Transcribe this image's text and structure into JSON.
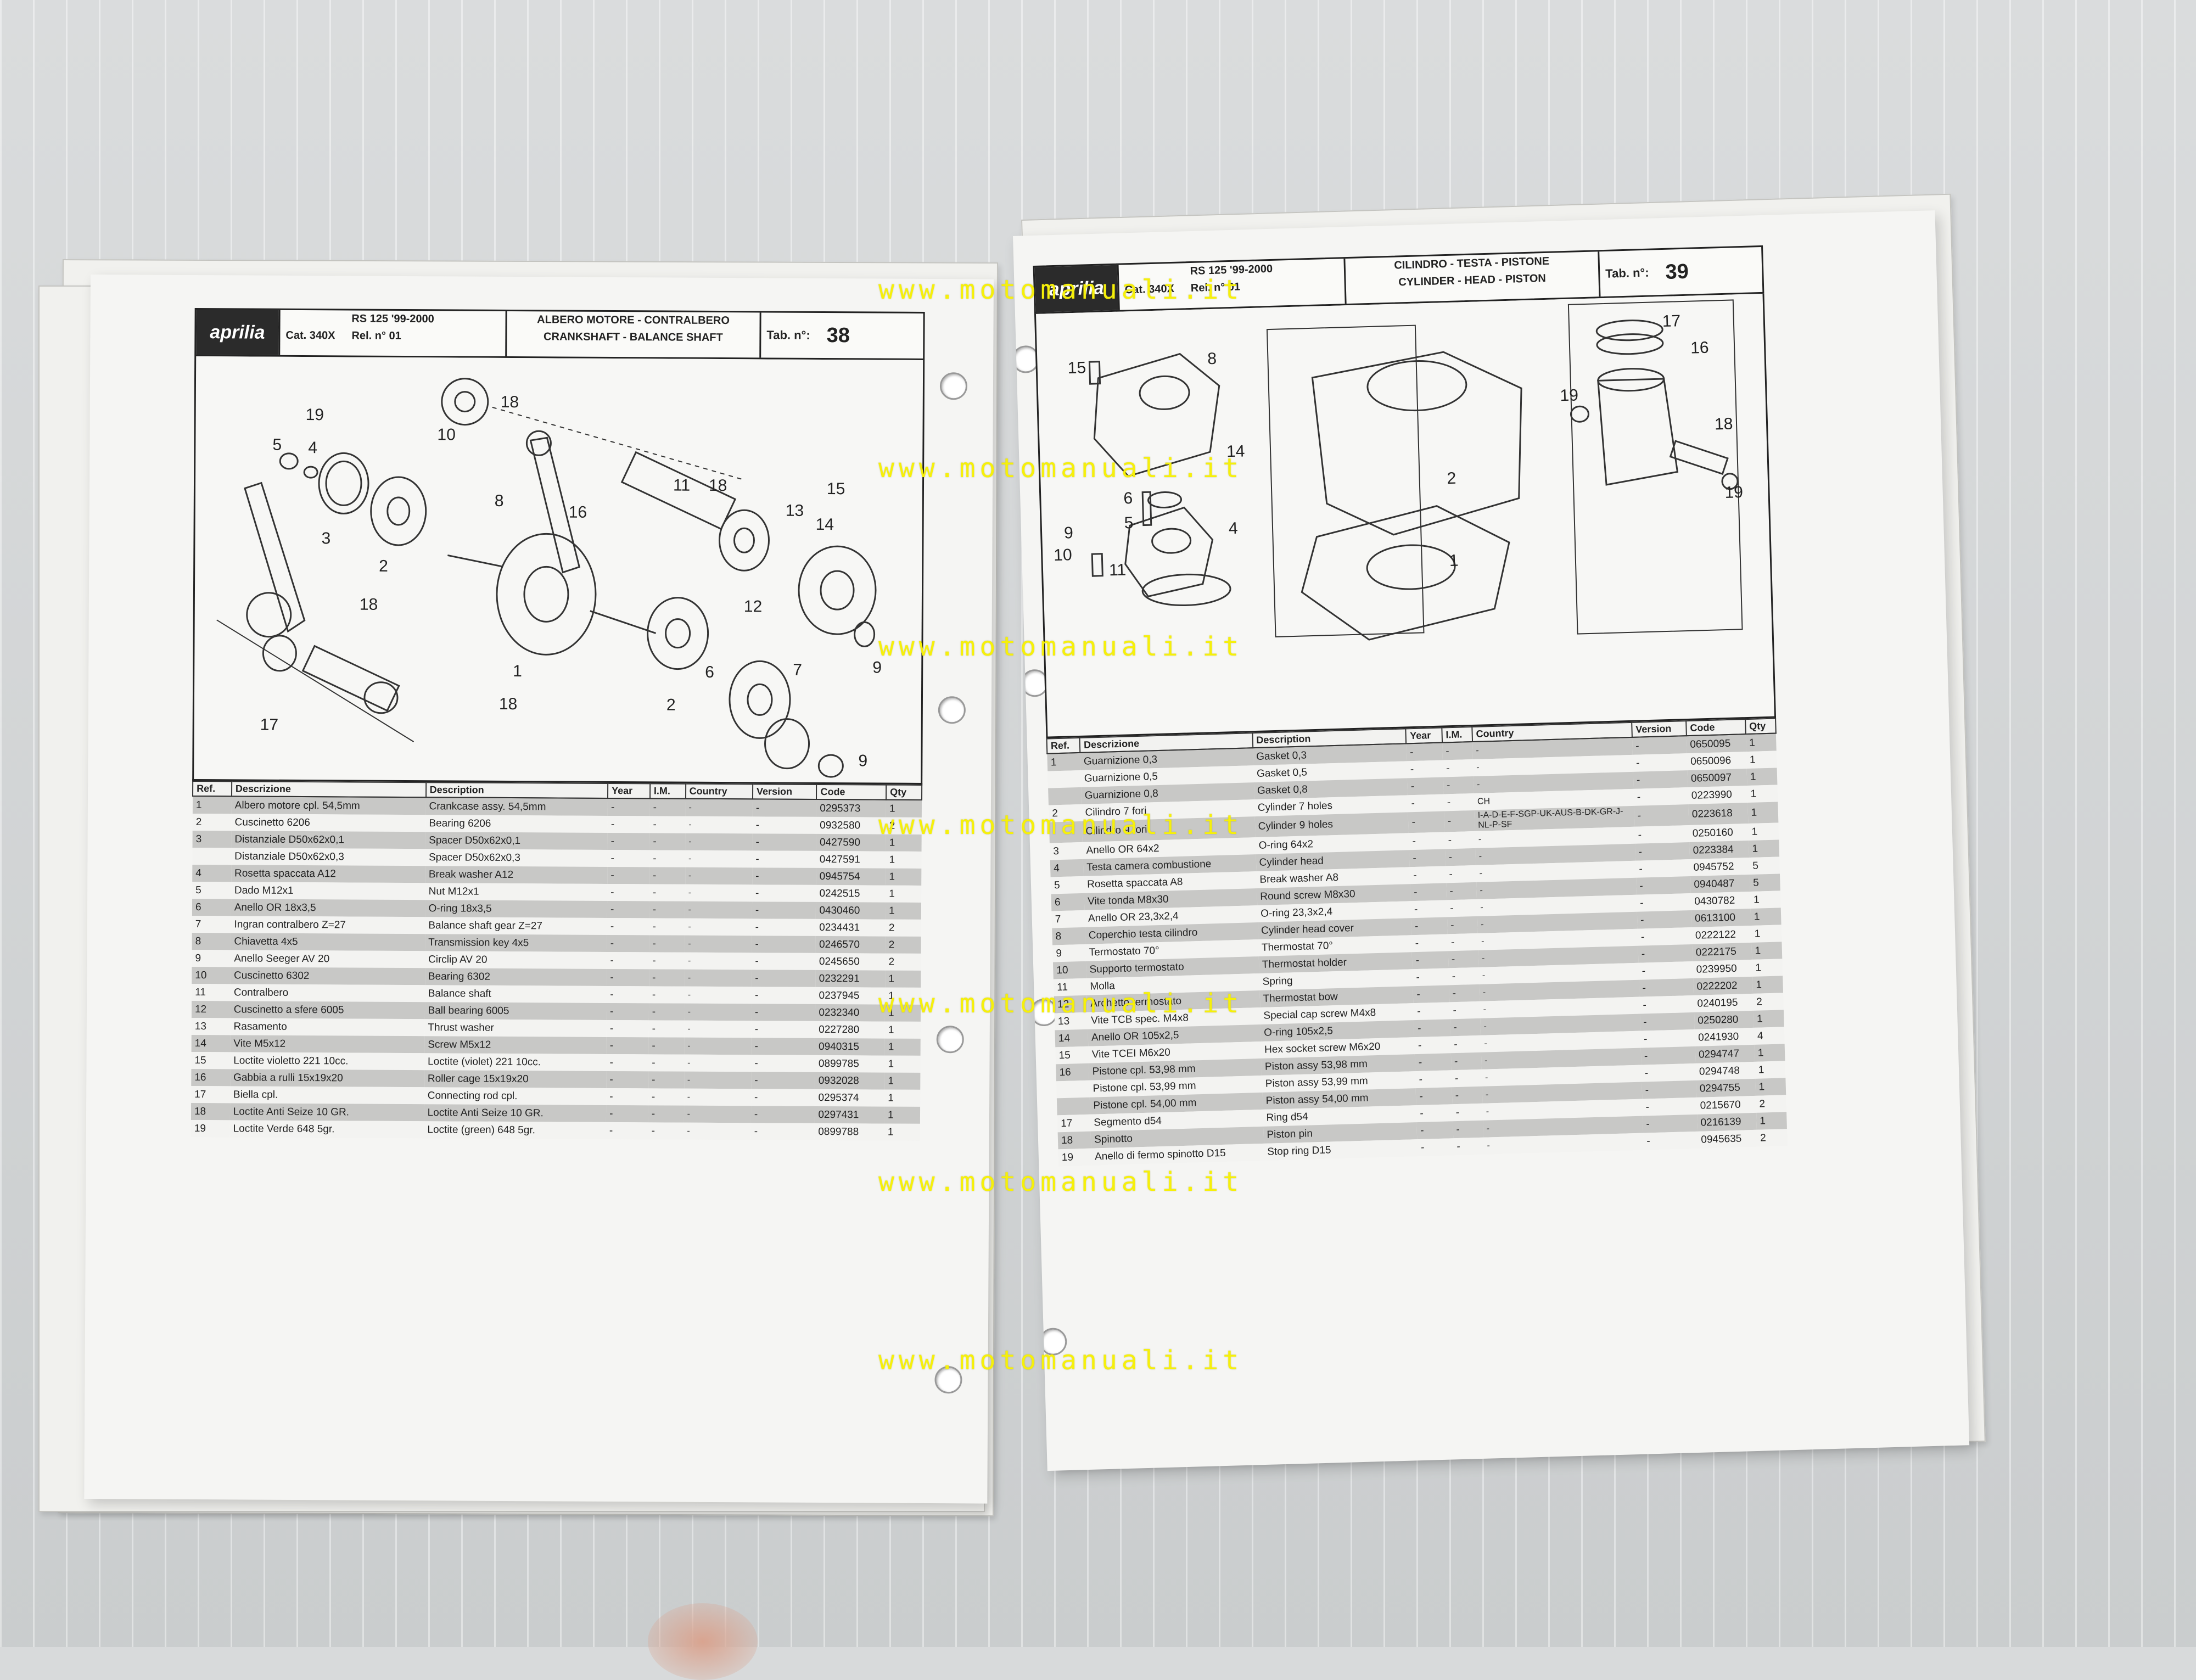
{
  "watermark": "www.motomanuali.it",
  "left_page": {
    "brand": "aprilia",
    "model": "RS 125 '99-2000",
    "cat_label": "Cat.",
    "cat_value": "340X",
    "rel_label": "Rel. n°",
    "rel_value": "01",
    "title_it": "ALBERO MOTORE - CONTRALBERO",
    "title_en": "CRANKSHAFT - BALANCE SHAFT",
    "tab_label": "Tab. n°:",
    "tab_number": "38",
    "columns": [
      "Ref.",
      "Descrizione",
      "Description",
      "Year",
      "I.M.",
      "Country",
      "Version",
      "Code",
      "Qty"
    ],
    "rows": [
      [
        "1",
        "Albero motore cpl. 54,5mm",
        "Crankcase assy. 54,5mm",
        "-",
        "-",
        "-",
        "-",
        "0295373",
        "1"
      ],
      [
        "2",
        "Cuscinetto 6206",
        "Bearing 6206",
        "-",
        "-",
        "-",
        "-",
        "0932580",
        "2"
      ],
      [
        "3",
        "Distanziale D50x62x0,1",
        "Spacer D50x62x0,1",
        "-",
        "-",
        "-",
        "-",
        "0427590",
        "1"
      ],
      [
        "",
        "Distanziale D50x62x0,3",
        "Spacer D50x62x0,3",
        "-",
        "-",
        "-",
        "-",
        "0427591",
        "1"
      ],
      [
        "4",
        "Rosetta spaccata A12",
        "Break washer A12",
        "-",
        "-",
        "-",
        "-",
        "0945754",
        "1"
      ],
      [
        "5",
        "Dado M12x1",
        "Nut M12x1",
        "-",
        "-",
        "-",
        "-",
        "0242515",
        "1"
      ],
      [
        "6",
        "Anello OR 18x3,5",
        "O-ring 18x3,5",
        "-",
        "-",
        "-",
        "-",
        "0430460",
        "1"
      ],
      [
        "7",
        "Ingran contralbero Z=27",
        "Balance shaft gear Z=27",
        "-",
        "-",
        "-",
        "-",
        "0234431",
        "2"
      ],
      [
        "8",
        "Chiavetta 4x5",
        "Transmission key 4x5",
        "-",
        "-",
        "-",
        "-",
        "0246570",
        "2"
      ],
      [
        "9",
        "Anello Seeger AV 20",
        "Circlip AV 20",
        "-",
        "-",
        "-",
        "-",
        "0245650",
        "2"
      ],
      [
        "10",
        "Cuscinetto 6302",
        "Bearing 6302",
        "-",
        "-",
        "-",
        "-",
        "0232291",
        "1"
      ],
      [
        "11",
        "Contralbero",
        "Balance shaft",
        "-",
        "-",
        "-",
        "-",
        "0237945",
        "1"
      ],
      [
        "12",
        "Cuscinetto a sfere 6005",
        "Ball bearing 6005",
        "-",
        "-",
        "-",
        "-",
        "0232340",
        "1"
      ],
      [
        "13",
        "Rasamento",
        "Thrust washer",
        "-",
        "-",
        "-",
        "-",
        "0227280",
        "1"
      ],
      [
        "14",
        "Vite M5x12",
        "Screw M5x12",
        "-",
        "-",
        "-",
        "-",
        "0940315",
        "1"
      ],
      [
        "15",
        "Loctite violetto 221 10cc.",
        "Loctite (violet) 221 10cc.",
        "-",
        "-",
        "-",
        "-",
        "0899785",
        "1"
      ],
      [
        "16",
        "Gabbia a rulli 15x19x20",
        "Roller cage 15x19x20",
        "-",
        "-",
        "-",
        "-",
        "0932028",
        "1"
      ],
      [
        "17",
        "Biella cpl.",
        "Connecting rod cpl.",
        "-",
        "-",
        "-",
        "-",
        "0295374",
        "1"
      ],
      [
        "18",
        "Loctite Anti Seize 10 GR.",
        "Loctite Anti Seize 10 GR.",
        "-",
        "-",
        "-",
        "-",
        "0297431",
        "1"
      ],
      [
        "19",
        "Loctite Verde 648 5gr.",
        "Loctite (green) 648 5gr.",
        "-",
        "-",
        "-",
        "-",
        "0899788",
        "1"
      ]
    ]
  },
  "right_page": {
    "brand": "aprilia",
    "model": "RS 125 '99-2000",
    "cat_label": "Cat.",
    "cat_value": "340X",
    "rel_label": "Rel. n°",
    "rel_value": "01",
    "title_it": "CILINDRO - TESTA - PISTONE",
    "title_en": "CYLINDER - HEAD - PISTON",
    "tab_label": "Tab. n°:",
    "tab_number": "39",
    "columns": [
      "Ref.",
      "Descrizione",
      "Description",
      "Year",
      "I.M.",
      "Country",
      "Version",
      "Code",
      "Qty"
    ],
    "rows": [
      [
        "1",
        "Guarnizione 0,3",
        "Gasket 0,3",
        "-",
        "-",
        "-",
        "-",
        "0650095",
        "1"
      ],
      [
        "",
        "Guarnizione 0,5",
        "Gasket 0,5",
        "-",
        "-",
        "-",
        "-",
        "0650096",
        "1"
      ],
      [
        "",
        "Guarnizione 0,8",
        "Gasket 0,8",
        "-",
        "-",
        "-",
        "-",
        "0650097",
        "1"
      ],
      [
        "2",
        "Cilindro 7 fori",
        "Cylinder 7 holes",
        "-",
        "-",
        "CH",
        "-",
        "0223990",
        "1"
      ],
      [
        "",
        "Cilindro 9 fori",
        "Cylinder 9 holes",
        "-",
        "-",
        "I-A-D-E-F-SGP-UK-AUS-B-DK-GR-J-NL-P-SF",
        "-",
        "0223618",
        "1"
      ],
      [
        "3",
        "Anello OR 64x2",
        "O-ring 64x2",
        "-",
        "-",
        "-",
        "-",
        "0250160",
        "1"
      ],
      [
        "4",
        "Testa camera combustione",
        "Cylinder head",
        "-",
        "-",
        "-",
        "-",
        "0223384",
        "1"
      ],
      [
        "5",
        "Rosetta spaccata A8",
        "Break washer A8",
        "-",
        "-",
        "-",
        "-",
        "0945752",
        "5"
      ],
      [
        "6",
        "Vite tonda M8x30",
        "Round screw M8x30",
        "-",
        "-",
        "-",
        "-",
        "0940487",
        "5"
      ],
      [
        "7",
        "Anello OR 23,3x2,4",
        "O-ring 23,3x2,4",
        "-",
        "-",
        "-",
        "-",
        "0430782",
        "1"
      ],
      [
        "8",
        "Coperchio testa cilindro",
        "Cylinder head cover",
        "-",
        "-",
        "-",
        "-",
        "0613100",
        "1"
      ],
      [
        "9",
        "Termostato 70°",
        "Thermostat 70°",
        "-",
        "-",
        "-",
        "-",
        "0222122",
        "1"
      ],
      [
        "10",
        "Supporto termostato",
        "Thermostat holder",
        "-",
        "-",
        "-",
        "-",
        "0222175",
        "1"
      ],
      [
        "11",
        "Molla",
        "Spring",
        "-",
        "-",
        "-",
        "-",
        "0239950",
        "1"
      ],
      [
        "12",
        "Archetto termostato",
        "Thermostat bow",
        "-",
        "-",
        "-",
        "-",
        "0222202",
        "1"
      ],
      [
        "13",
        "Vite TCB spec. M4x8",
        "Special cap screw M4x8",
        "-",
        "-",
        "-",
        "-",
        "0240195",
        "2"
      ],
      [
        "14",
        "Anello OR 105x2,5",
        "O-ring 105x2,5",
        "-",
        "-",
        "-",
        "-",
        "0250280",
        "1"
      ],
      [
        "15",
        "Vite TCEI M6x20",
        "Hex socket screw M6x20",
        "-",
        "-",
        "-",
        "-",
        "0241930",
        "4"
      ],
      [
        "16",
        "Pistone cpl. 53,98 mm",
        "Piston assy 53,98 mm",
        "-",
        "-",
        "-",
        "-",
        "0294747",
        "1"
      ],
      [
        "",
        "Pistone cpl. 53,99 mm",
        "Piston assy 53,99 mm",
        "-",
        "-",
        "-",
        "-",
        "0294748",
        "1"
      ],
      [
        "",
        "Pistone cpl. 54,00 mm",
        "Piston assy 54,00 mm",
        "-",
        "-",
        "-",
        "-",
        "0294755",
        "1"
      ],
      [
        "17",
        "Segmento d54",
        "Ring d54",
        "-",
        "-",
        "-",
        "-",
        "0215670",
        "2"
      ],
      [
        "18",
        "Spinotto",
        "Piston pin",
        "-",
        "-",
        "-",
        "-",
        "0216139",
        "1"
      ],
      [
        "19",
        "Anello di fermo spinotto D15",
        "Stop ring D15",
        "-",
        "-",
        "-",
        "-",
        "0945635",
        "2"
      ]
    ]
  }
}
